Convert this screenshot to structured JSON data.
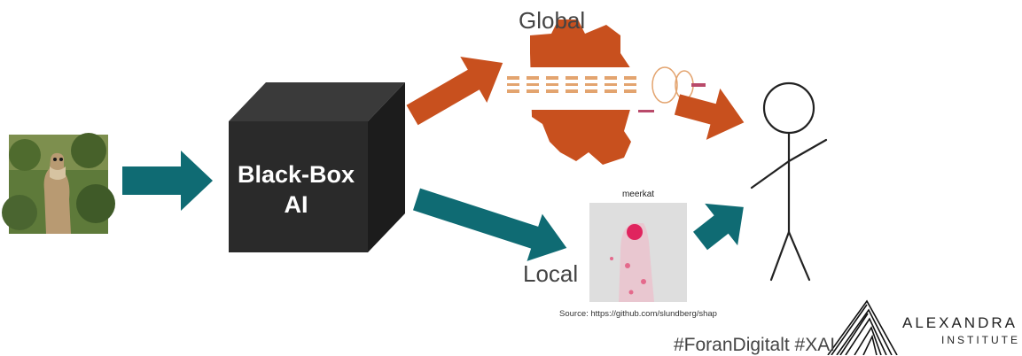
{
  "diagram": {
    "global_label": "Global",
    "local_label": "Local",
    "black_box_line1": "Black-Box",
    "black_box_line2": "AI",
    "explanation_image_title": "meerkat",
    "source": "Source: https://github.com/slundberg/shap",
    "hashtags": "#ForanDigitalt #XAI",
    "logo_name": "ALEXANDRA",
    "logo_sub": "INSTITUTE"
  },
  "colors": {
    "teal_arrow": "#0f6b73",
    "orange_arrow": "#c8501e",
    "black_box": "#2a2a2a",
    "label_text": "#444444",
    "heatmap_highlight": "#e0245e"
  },
  "icons": [
    "meerkat-photo",
    "gear-icon",
    "stick-figure-icon",
    "alexandra-logo-icon"
  ]
}
